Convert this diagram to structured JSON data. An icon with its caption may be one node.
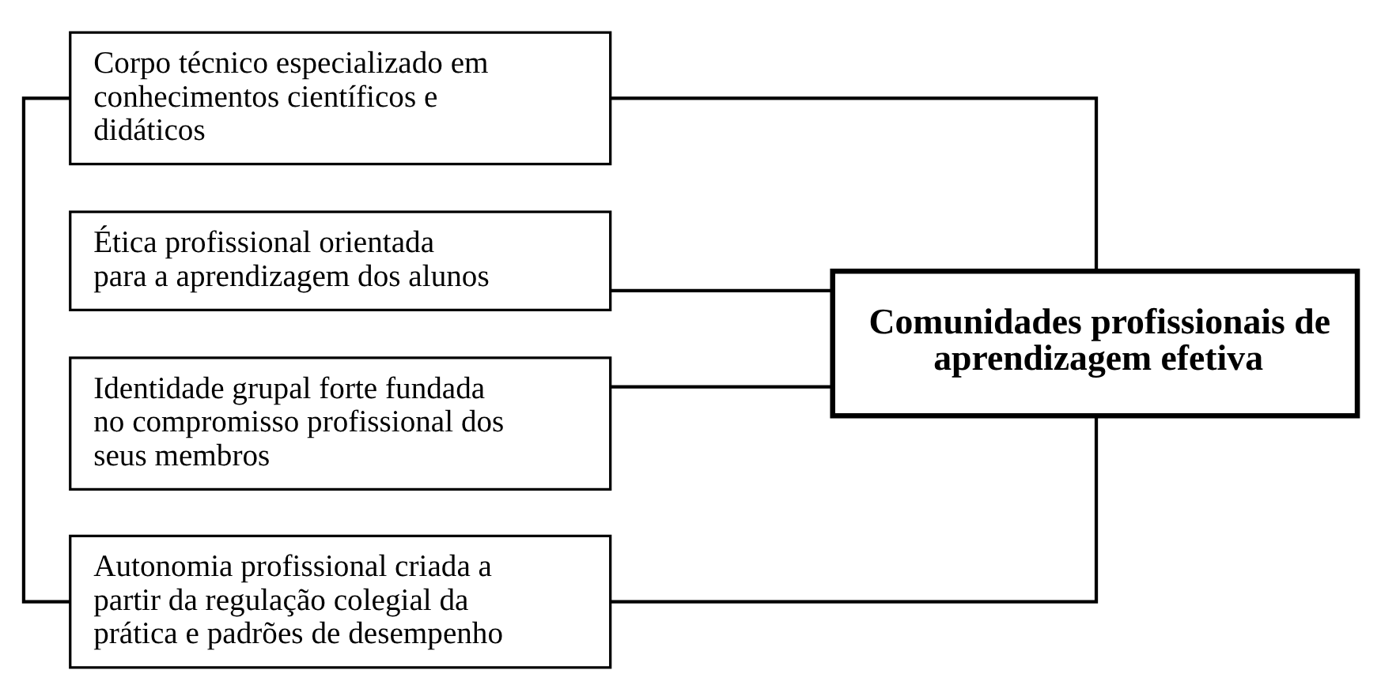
{
  "diagram": {
    "nodes": [
      {
        "text": [
          "Corpo técnico especializado em conhecimentos científicos e didáticos"
        ]
      },
      {
        "text": [
          "Ética profissional orientada para a aprendizagem dos alunos"
        ]
      },
      {
        "text": [
          "Identidade grupal forte fundada no compromisso profissional dos seus membros"
        ]
      },
      {
        "text": [
          "Autonomia profissional criada a partir da regulação colegial da prática e padrões de desempenho"
        ]
      },
      {
        "text": [
          "Comunidades profissionais de aprendizagem efetiva"
        ]
      }
    ],
    "edges": [
      {
        "from": 0,
        "to": 3,
        "arrow": "none"
      },
      {
        "from": 0,
        "to": 4,
        "arrow": "none"
      },
      {
        "from": 1,
        "to": 4,
        "arrow": "none"
      },
      {
        "from": 2,
        "to": 4,
        "arrow": "none"
      },
      {
        "from": 3,
        "to": 4,
        "arrow": "none"
      }
    ]
  }
}
